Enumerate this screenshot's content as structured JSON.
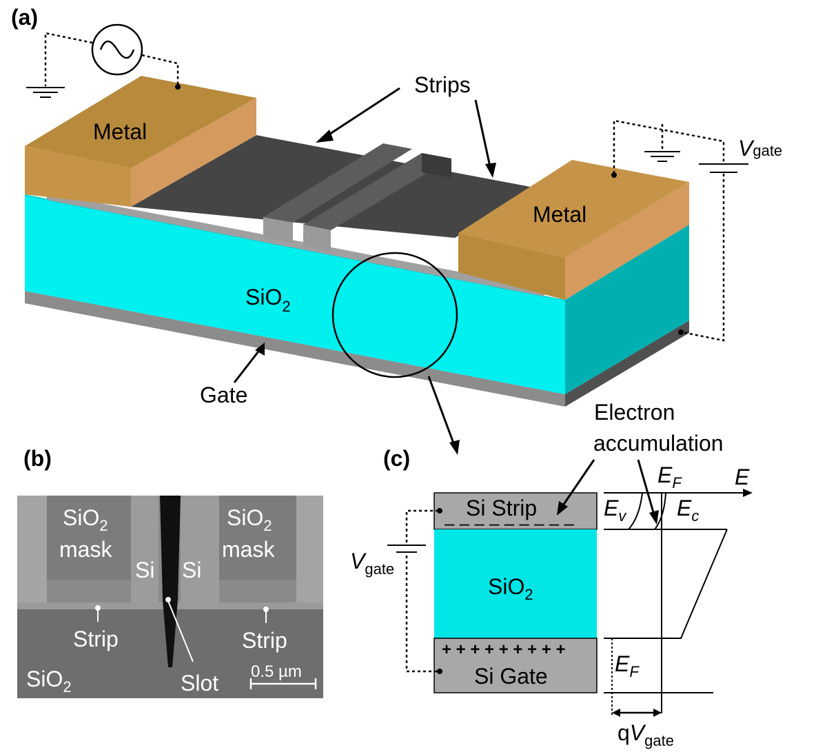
{
  "panels": {
    "a": "(a)",
    "b": "(b)",
    "c": "(c)"
  },
  "panel_a": {
    "metal_left": "Metal",
    "metal_right": "Metal",
    "strips": "Strips",
    "oxide": "SiO",
    "oxide_sub": "2",
    "gate": "Gate",
    "vgate_v": "V",
    "vgate_sub": "gate"
  },
  "panel_b": {
    "mask_left_line1": "SiO",
    "mask_left_sub": "2",
    "mask_left_line2": "mask",
    "mask_right_line1": "SiO",
    "mask_right_sub": "2",
    "mask_right_line2": "mask",
    "si_left": "Si",
    "si_right": "Si",
    "strip_left": "Strip",
    "strip_right": "Strip",
    "slot": "Slot",
    "oxide": "SiO",
    "oxide_sub": "2",
    "scale": "0.5 µm"
  },
  "panel_c": {
    "electron_line1": "Electron",
    "electron_line2": "accumulation",
    "si_strip": "Si Strip",
    "minus_signs": "– – – – – – – – –",
    "oxide": "SiO",
    "oxide_sub": "2",
    "plus_signs": "+ + + + + + + + +",
    "si_gate": "Si Gate",
    "vgate_v": "V",
    "vgate_sub": "gate",
    "e_axis": "E",
    "ef_top": "E",
    "ef_top_sub": "F",
    "ev": "E",
    "ev_sub": "v",
    "ec": "E",
    "ec_sub": "c",
    "ef_bottom": "E",
    "ef_bottom_sub": "F",
    "qv_q": "q",
    "qv_v": "V",
    "qv_sub": "gate"
  },
  "colors": {
    "metal_top": "#B88A3C",
    "metal_front": "#C69448",
    "metal_side": "#D49A5E",
    "oxide_front": "#00F0F0",
    "oxide_side": "#00B0B0",
    "strip_top": "#454545",
    "strip_front": "#969696",
    "gate": "#8A8A8A"
  }
}
